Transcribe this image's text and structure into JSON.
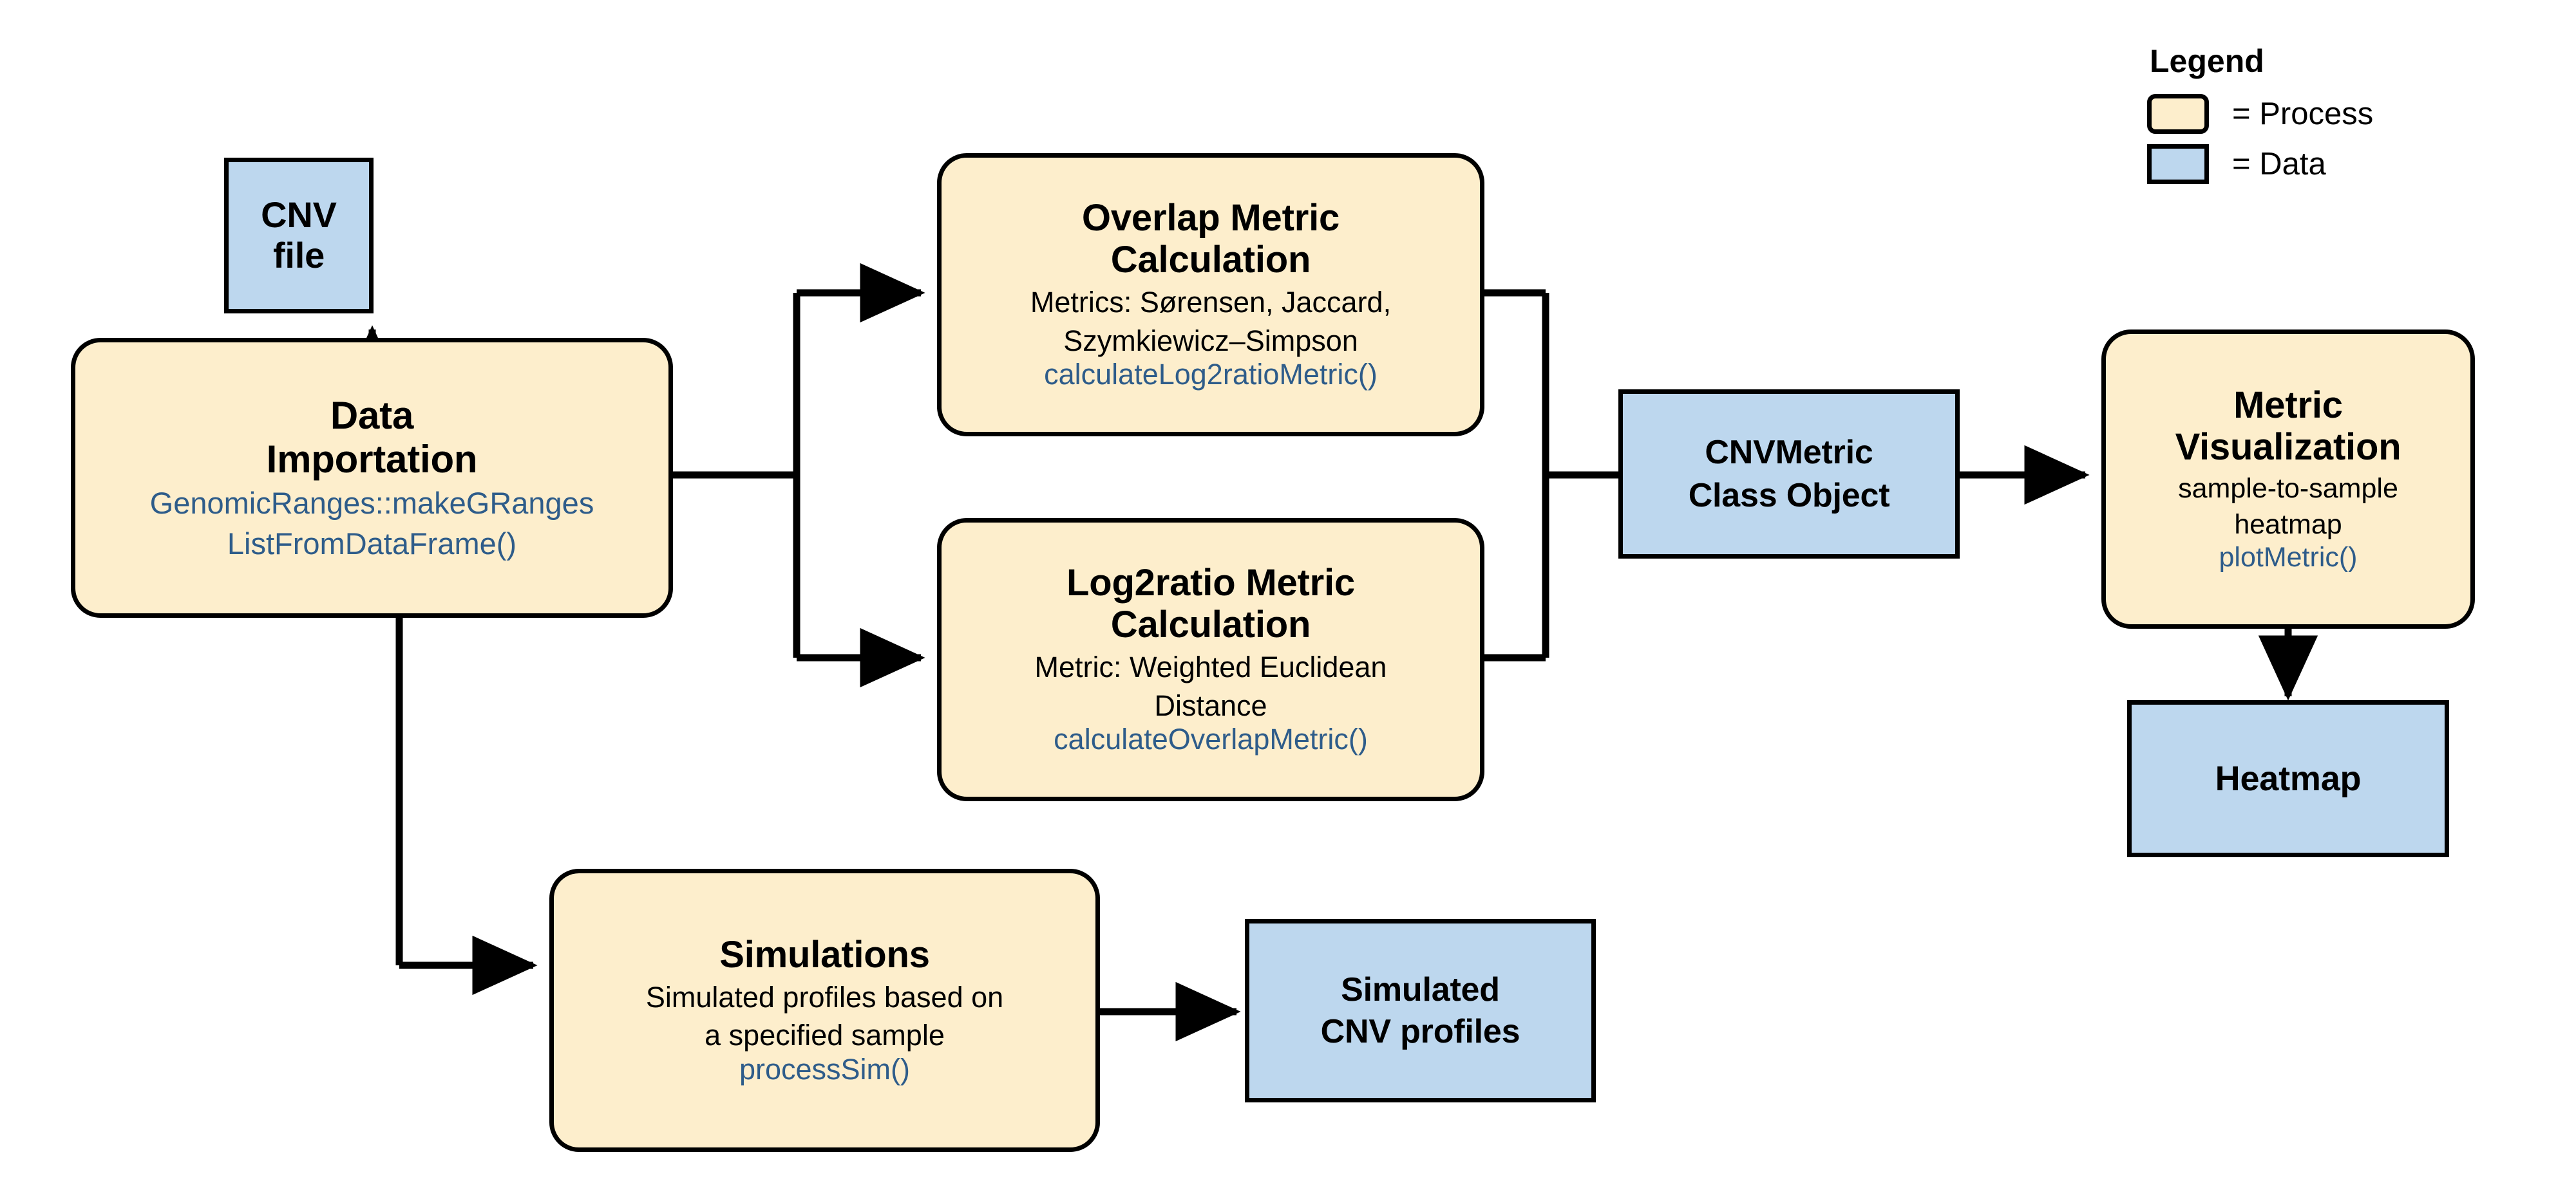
{
  "diagram": {
    "title": "CNVMetrics workflow",
    "colors": {
      "process_fill": "#FDEECC",
      "data_fill": "#BDD7EE",
      "stroke": "#000000",
      "function_text": "#2E5C8A",
      "background": "#FFFFFF"
    }
  },
  "nodes": {
    "cnv_file": {
      "title": "CNV file",
      "kind": "Data"
    },
    "data_importation": {
      "title_line1": "Data",
      "title_line2": "Importation",
      "fn_line1": "GenomicRanges::makeGRanges",
      "fn_line2": "ListFromDataFrame()",
      "kind": "Process"
    },
    "overlap_metric": {
      "title_line1": "Overlap Metric",
      "title_line2": "Calculation",
      "sub_line1": "Metrics: Sørensen, Jaccard,",
      "sub_line2": "Szymkiewicz–Simpson",
      "fn": "calculateLog2ratioMetric()",
      "kind": "Process"
    },
    "log2ratio_metric": {
      "title_line1": "Log2ratio Metric",
      "title_line2": "Calculation",
      "sub_line1": "Metric: Weighted Euclidean",
      "sub_line2": "Distance",
      "fn": "calculateOverlapMetric()",
      "kind": "Process"
    },
    "cnvmetric_object": {
      "title_line1": "CNVMetric",
      "title_line2": "Class Object",
      "kind": "Data"
    },
    "metric_visualization": {
      "title_line1": "Metric",
      "title_line2": "Visualization",
      "sub_line1": "sample-to-sample",
      "sub_line2": "heatmap",
      "fn": "plotMetric()",
      "kind": "Process"
    },
    "heatmap": {
      "title": "Heatmap",
      "kind": "Data"
    },
    "simulations": {
      "title": "Simulations",
      "sub_line1": "Simulated profiles based on",
      "sub_line2": "a specified sample",
      "fn": "processSim()",
      "kind": "Process"
    },
    "simulated_cnv_profiles": {
      "title_line1": "Simulated",
      "title_line2": "CNV profiles",
      "kind": "Data"
    }
  },
  "legend": {
    "title": "Legend",
    "items": [
      {
        "swatch": "process",
        "label": "= Process"
      },
      {
        "swatch": "data",
        "label": "= Data"
      }
    ]
  },
  "edges": [
    {
      "from": "cnv_file",
      "to": "data_importation"
    },
    {
      "from": "data_importation",
      "to": "overlap_metric"
    },
    {
      "from": "data_importation",
      "to": "log2ratio_metric"
    },
    {
      "from": "data_importation",
      "to": "simulations"
    },
    {
      "from": "overlap_metric",
      "to": "cnvmetric_object"
    },
    {
      "from": "log2ratio_metric",
      "to": "cnvmetric_object"
    },
    {
      "from": "cnvmetric_object",
      "to": "metric_visualization"
    },
    {
      "from": "metric_visualization",
      "to": "heatmap"
    },
    {
      "from": "simulations",
      "to": "simulated_cnv_profiles"
    }
  ]
}
